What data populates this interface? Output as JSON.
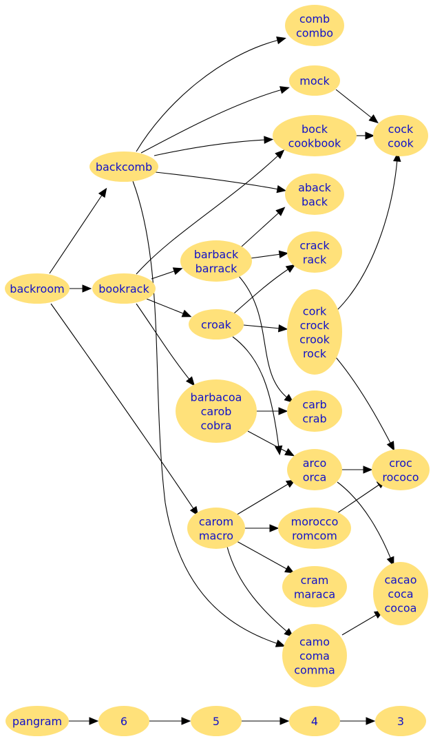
{
  "nodes": [
    {
      "id": "backroom",
      "lines": [
        "backroom"
      ]
    },
    {
      "id": "backcomb",
      "lines": [
        "backcomb"
      ]
    },
    {
      "id": "bookrack",
      "lines": [
        "bookrack"
      ]
    },
    {
      "id": "comb",
      "lines": [
        "comb",
        "combo"
      ]
    },
    {
      "id": "mock",
      "lines": [
        "mock"
      ]
    },
    {
      "id": "bock",
      "lines": [
        "bock",
        "cookbook"
      ]
    },
    {
      "id": "cock",
      "lines": [
        "cock",
        "cook"
      ]
    },
    {
      "id": "aback",
      "lines": [
        "aback",
        "back"
      ]
    },
    {
      "id": "barback",
      "lines": [
        "barback",
        "barrack"
      ]
    },
    {
      "id": "crack",
      "lines": [
        "crack",
        "rack"
      ]
    },
    {
      "id": "croak",
      "lines": [
        "croak"
      ]
    },
    {
      "id": "cork",
      "lines": [
        "cork",
        "crock",
        "crook",
        "rock"
      ]
    },
    {
      "id": "barbacoa",
      "lines": [
        "barbacoa",
        "carob",
        "cobra"
      ]
    },
    {
      "id": "carb",
      "lines": [
        "carb",
        "crab"
      ]
    },
    {
      "id": "arco",
      "lines": [
        "arco",
        "orca"
      ]
    },
    {
      "id": "croc",
      "lines": [
        "croc",
        "rococo"
      ]
    },
    {
      "id": "carom",
      "lines": [
        "carom",
        "macro"
      ]
    },
    {
      "id": "morocco",
      "lines": [
        "morocco",
        "romcom"
      ]
    },
    {
      "id": "cram",
      "lines": [
        "cram",
        "maraca"
      ]
    },
    {
      "id": "cacao",
      "lines": [
        "cacao",
        "coca",
        "cocoa"
      ]
    },
    {
      "id": "camo",
      "lines": [
        "camo",
        "coma",
        "comma"
      ]
    },
    {
      "id": "pangram",
      "lines": [
        "pangram"
      ]
    },
    {
      "id": "n6",
      "lines": [
        "6"
      ]
    },
    {
      "id": "n5",
      "lines": [
        "5"
      ]
    },
    {
      "id": "n4",
      "lines": [
        "4"
      ]
    },
    {
      "id": "n3",
      "lines": [
        "3"
      ]
    }
  ],
  "edges": [
    [
      "backroom",
      "backcomb"
    ],
    [
      "backroom",
      "bookrack"
    ],
    [
      "backroom",
      "carom"
    ],
    [
      "backcomb",
      "comb"
    ],
    [
      "backcomb",
      "mock"
    ],
    [
      "backcomb",
      "bock"
    ],
    [
      "backcomb",
      "aback"
    ],
    [
      "backcomb",
      "camo"
    ],
    [
      "bookrack",
      "bock"
    ],
    [
      "bookrack",
      "barback"
    ],
    [
      "bookrack",
      "croak"
    ],
    [
      "bookrack",
      "barbacoa"
    ],
    [
      "mock",
      "cock"
    ],
    [
      "bock",
      "cock"
    ],
    [
      "barback",
      "aback"
    ],
    [
      "barback",
      "crack"
    ],
    [
      "barback",
      "carb"
    ],
    [
      "croak",
      "crack"
    ],
    [
      "croak",
      "cork"
    ],
    [
      "croak",
      "arco"
    ],
    [
      "cork",
      "cock"
    ],
    [
      "cork",
      "croc"
    ],
    [
      "barbacoa",
      "carb"
    ],
    [
      "barbacoa",
      "arco"
    ],
    [
      "arco",
      "croc"
    ],
    [
      "arco",
      "cacao"
    ],
    [
      "carom",
      "arco"
    ],
    [
      "carom",
      "morocco"
    ],
    [
      "carom",
      "cram"
    ],
    [
      "carom",
      "camo"
    ],
    [
      "morocco",
      "croc"
    ],
    [
      "camo",
      "cacao"
    ],
    [
      "pangram",
      "n6"
    ],
    [
      "n6",
      "n5"
    ],
    [
      "n5",
      "n4"
    ],
    [
      "n4",
      "n3"
    ]
  ]
}
